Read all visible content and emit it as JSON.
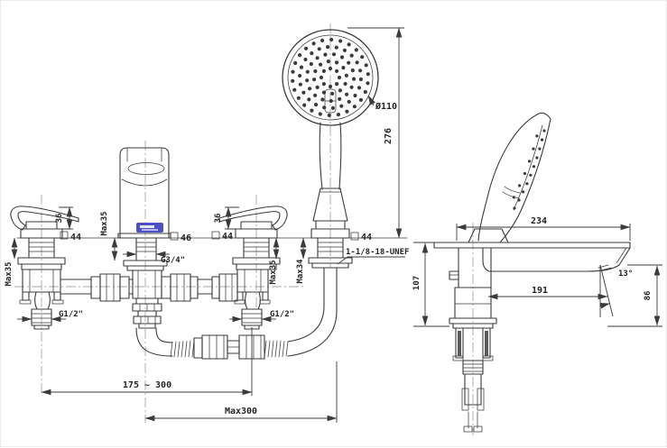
{
  "front_view": {
    "shower_diameter": "Ø110",
    "shower_height": "276",
    "left_handle_height": "36",
    "right_handle_height": "36",
    "left_handle_square": "44",
    "right_handle_square": "44",
    "spout_square": "46",
    "holder_square": "44",
    "left_max_thickness": "Max35",
    "spout_max_thickness": "Max35",
    "right_max_thickness": "Max35",
    "holder_max_thickness": "Max34",
    "spout_thread": "G3/4\"",
    "holder_thread": "1-1/8-18-UNEF",
    "left_inlet_thread": "G1/2\"",
    "right_inlet_thread": "G1/2\"",
    "inlet_spacing": "175 ~ 300",
    "hose_reach": "Max300"
  },
  "side_view": {
    "deck_length": "234",
    "below_deck_depth": "107",
    "spout_reach": "191",
    "outlet_height": "86",
    "outlet_angle": "13°"
  },
  "colors": {
    "line": "#3b3b3b",
    "logo_blue": "#4d4fc4"
  }
}
